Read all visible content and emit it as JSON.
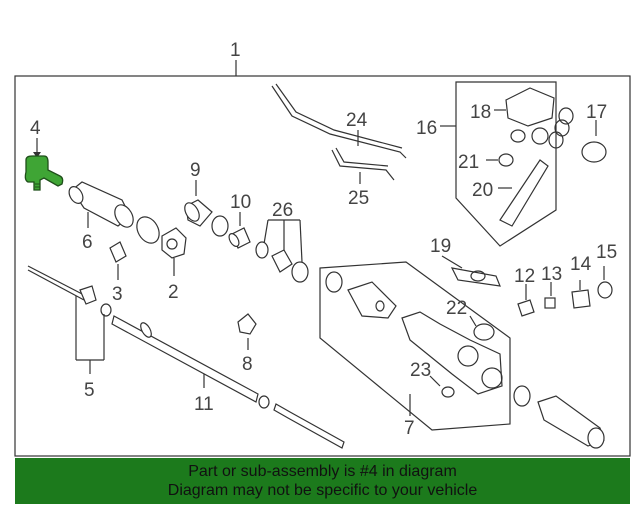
{
  "diagram": {
    "highlight_color": "#3fa535",
    "callouts": {
      "c1": "1",
      "c2": "2",
      "c3": "3",
      "c4": "4",
      "c5": "5",
      "c6": "6",
      "c7": "7",
      "c8": "8",
      "c9": "9",
      "c10": "10",
      "c11": "11",
      "c12": "12",
      "c13": "13",
      "c14": "14",
      "c15": "15",
      "c16": "16",
      "c17": "17",
      "c18": "18",
      "c19": "19",
      "c20": "20",
      "c21": "21",
      "c22": "22",
      "c23": "23",
      "c24": "24",
      "c25": "25",
      "c26": "26"
    }
  },
  "banner": {
    "line1": "Part or sub-assembly is #4 in diagram",
    "line2": "Diagram may not be specific to your vehicle",
    "background": "#1c7a1c"
  }
}
